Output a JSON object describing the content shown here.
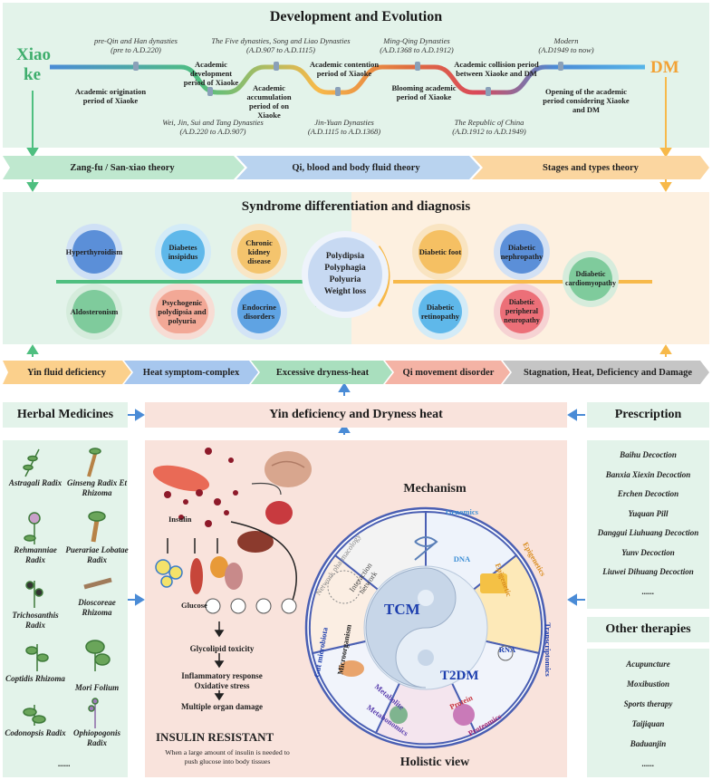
{
  "development": {
    "title": "Development and Evolution",
    "xiaoke_1": "Xiao",
    "xiaoke_2": "ke",
    "dm": "DM",
    "eras_top": [
      "pre-Qin and Han dynasties",
      "(pre to A.D.220)",
      "The Five dynasties, Song and Liao Dynasties",
      "(A.D.907 to A.D.1115)",
      "Ming-Qing Dynasties",
      "(A.D.1368 to A.D.1912)",
      "Modern",
      "(A.D1949 to now)"
    ],
    "eras_bottom": [
      "Wei, Jin, Sui and Tang Dynasties",
      "(A.D.220 to A.D.907)",
      "Jin-Yuan Dynasties",
      "(A.D.1115 to A.D.1368)",
      "The Republic of China",
      "(A.D.1912 to A.D.1949)"
    ],
    "periods": [
      "Academic origination period of Xiaoke",
      "Academic development period of Xiaoke",
      "Academic accumulation period of on Xiaoke",
      "Academic contention period of Xiaoke",
      "Blooming academic period of Xiaoke",
      "Academic collision period between Xiaoke and DM",
      "Opening of the academic period considering Xiaoke and DM"
    ]
  },
  "theories": [
    "Zang-fu / San-xiao theory",
    "Qi, blood and body fluid theory",
    "Stages and types theory"
  ],
  "syndrome": {
    "title": "Syndrome differentiation and diagnosis",
    "left": [
      "Hyperthyroidism",
      "Diabetes insipidus",
      "Chronic kidney disease",
      "Aldosteronism",
      "Psychogenic polydipsia and polyuria",
      "Endocrine disorders"
    ],
    "center": [
      "Polydipsia",
      "Polyphagia",
      "Polyuria",
      "Weight loss"
    ],
    "right": [
      "Diabetic foot",
      "Diabetic nephropathy",
      "Ddiabetic cardiomyopathy",
      "Diabetic retinopathy",
      "Diabetic peripheral neuropathy"
    ]
  },
  "patterns": [
    "Yin fluid deficiency",
    "Heat symptom-complex",
    "Excessive dryness-heat",
    "Qi movement disorder",
    "Stagnation, Heat, Deficiency and Damage"
  ],
  "core": "Yin deficiency and Dryness heat",
  "herbal": {
    "title": "Herbal Medicines",
    "items": [
      "Astragali Radix",
      "Ginseng Radix Et Rhizoma",
      "Rehmanniae Radix",
      "Puerariae Lobatae Radix",
      "Trichosanthis Radix",
      "Dioscoreae Rhizoma",
      "Coptidis Rhizoma",
      "Mori Folium",
      "Codonopsis Radix",
      "Ophiopogonis Radix"
    ],
    "more": "......"
  },
  "prescription": {
    "title": "Prescription",
    "items": [
      "Baihu Decoction",
      "Banxia Xiexin Decoction",
      "Erchen Decoction",
      "Yuquan Pill",
      "Danggui Liuhuang Decoction",
      "Yunv Decoction",
      "Liuwei Dihuang Decoction",
      "......"
    ]
  },
  "other": {
    "title": "Other therapies",
    "items": [
      "Acupuncture",
      "Moxibustion",
      "Sports therapy",
      "Taijiquan",
      "Baduanjin",
      "......"
    ]
  },
  "insulin": {
    "insulin_label": "Insulin",
    "glucose_label": "Glucose",
    "steps": [
      "Glycolipid toxicity",
      "Inflammatory response",
      "Oxidative stress",
      "Multiple organ damage"
    ],
    "title": "INSULIN RESISTANT",
    "desc_1": "When a large amount of insulin is needed to",
    "desc_2": "push glucose into body tissues"
  },
  "mechanism": {
    "title": "Mechanism",
    "bottom": "Holistic view",
    "tcm": "TCM",
    "t2dm": "T2DM",
    "sectors": [
      "Genomics",
      "Epigenetics",
      "Transcriptomics",
      "Proteomics",
      "Metabonomics",
      "Gut microbiota",
      "Network pharmacology"
    ],
    "inner": [
      "DNA",
      "Epigenetic",
      "RNA",
      "Protein",
      "Metabolite",
      "Microorganism",
      "Interaction network"
    ]
  },
  "colors": {
    "green": "#4fbf80",
    "orange": "#f7b94a",
    "blue": "#4a8bd6",
    "pink": "#f2c1b0"
  }
}
